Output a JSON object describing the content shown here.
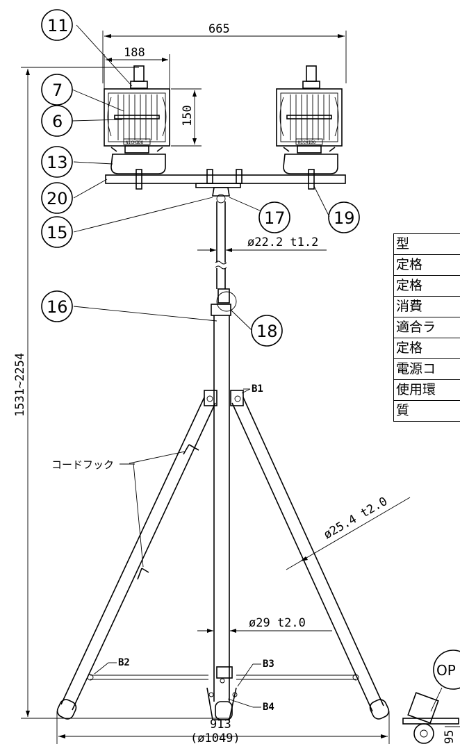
{
  "dimensions": {
    "overall_width": "665",
    "lamp_width": "188",
    "lamp_height": "150",
    "height_range": "1531~2254",
    "pole_upper": "ø22.2  t1.2",
    "leg_tube": "ø25.4  t2.0",
    "pole_lower": "ø29  t2.0",
    "base_width": "913",
    "base_circle": "(ø1049)",
    "caster_height": "95"
  },
  "part_numbers": [
    "11",
    "7",
    "6",
    "13",
    "20",
    "15",
    "16",
    "17",
    "19",
    "18"
  ],
  "labels": {
    "cord_hook": "コードフック",
    "b1": "B1",
    "b2": "B2",
    "b3": "B3",
    "b4": "B4",
    "nameplate": "NICHIDO",
    "option": "OP"
  },
  "spec_table": {
    "rows": [
      "型",
      "定格",
      "定格",
      "消費",
      "適合ラ",
      "定格",
      "電源コ",
      "使用環",
      "質"
    ]
  }
}
